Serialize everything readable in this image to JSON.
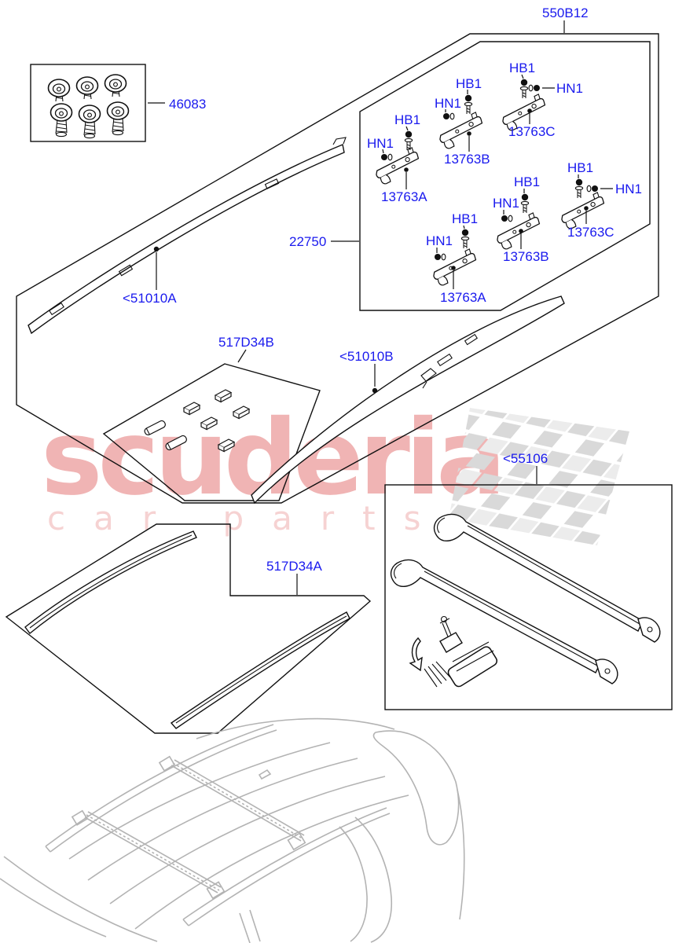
{
  "page": {
    "background": "#ffffff",
    "type": "parts-diagram",
    "subject": "roof rack and rails accessory"
  },
  "watermark": {
    "brand": "scuderia",
    "tagline": "car parts",
    "brand_color": "#f0b4b4",
    "tagline_color": "#f6d2d2",
    "flag_color": "#d9d9d9"
  },
  "colors": {
    "part_link_blue": "#1a1aee",
    "line_black": "#111111",
    "vehicle_sketch_gray": "#b3b3b3"
  },
  "parts": {
    "kit_box": "550B12",
    "grommet_kit": "46083",
    "roof_rack": "22750",
    "rail_left": "<51010A",
    "rail_right": "<51010B",
    "fixing_kit_b": "517D34B",
    "fixing_kit_a": "517D34A",
    "crossbar_kit": "<55106",
    "bolt": "HB1",
    "nut": "HN1",
    "bracket_a": "13763A",
    "bracket_b": "13763B",
    "bracket_c": "13763C"
  }
}
